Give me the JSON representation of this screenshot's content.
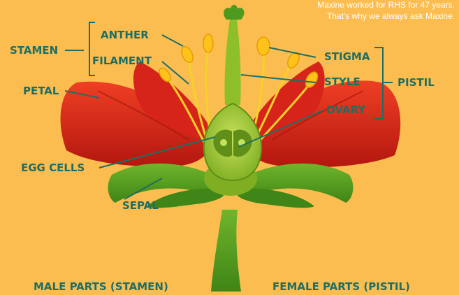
{
  "caption": {
    "line1": "Maxine worked for RHS for 47 years.",
    "line2": "That's why we always ask Maxine."
  },
  "labels": {
    "stamen": "STAMEN",
    "anther": "ANTHER",
    "filament": "FILAMENT",
    "petal": "PETAL",
    "egg_cells": "EGG CELLS",
    "sepal": "SEPAL",
    "stigma": "STIGMA",
    "style": "STYLE",
    "pistil": "PISTIL",
    "ovary": "OVARY"
  },
  "sections": {
    "male": "MALE PARTS (STAMEN)",
    "female": "FEMALE PARTS (PISTIL)"
  },
  "colors": {
    "background": "#fbbd4f",
    "label_text": "#1f6e63",
    "petal": "#dd2a1b",
    "sepal": "#4e9a1e",
    "ovary": "#a9cf3c",
    "anther": "#ffc21a"
  }
}
